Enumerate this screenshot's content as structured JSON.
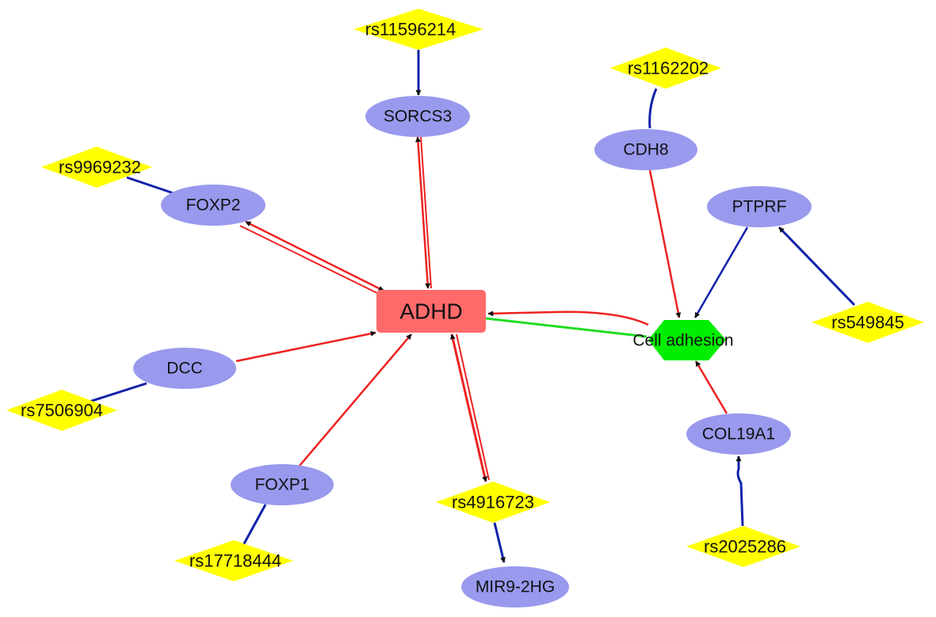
{
  "colors": {
    "gene_fill": "#9999EE",
    "snp_fill": "#FFFF00",
    "disease_fill": "#FF6B6B",
    "pathway_fill": "#00EE00",
    "edge_red": "#EE2222",
    "edge_blue": "#1122AA",
    "edge_green": "#22DD22",
    "arrow": "#111111"
  },
  "nodes": {
    "adhd": "ADHD",
    "cell_adhesion": "Cell adhesion",
    "sorcs3": "SORCS3",
    "foxp2": "FOXP2",
    "cdh8": "CDH8",
    "ptprf": "PTPRF",
    "dcc": "DCC",
    "foxp1": "FOXP1",
    "col19a1": "COL19A1",
    "mir9_2hg": "MIR9-2HG",
    "rs11596214": "rs11596214",
    "rs1162202": "rs1162202",
    "rs9969232": "rs9969232",
    "rs549845": "rs549845",
    "rs7506904": "rs7506904",
    "rs17718444": "rs17718444",
    "rs4916723": "rs4916723",
    "rs2025286": "rs2025286"
  }
}
